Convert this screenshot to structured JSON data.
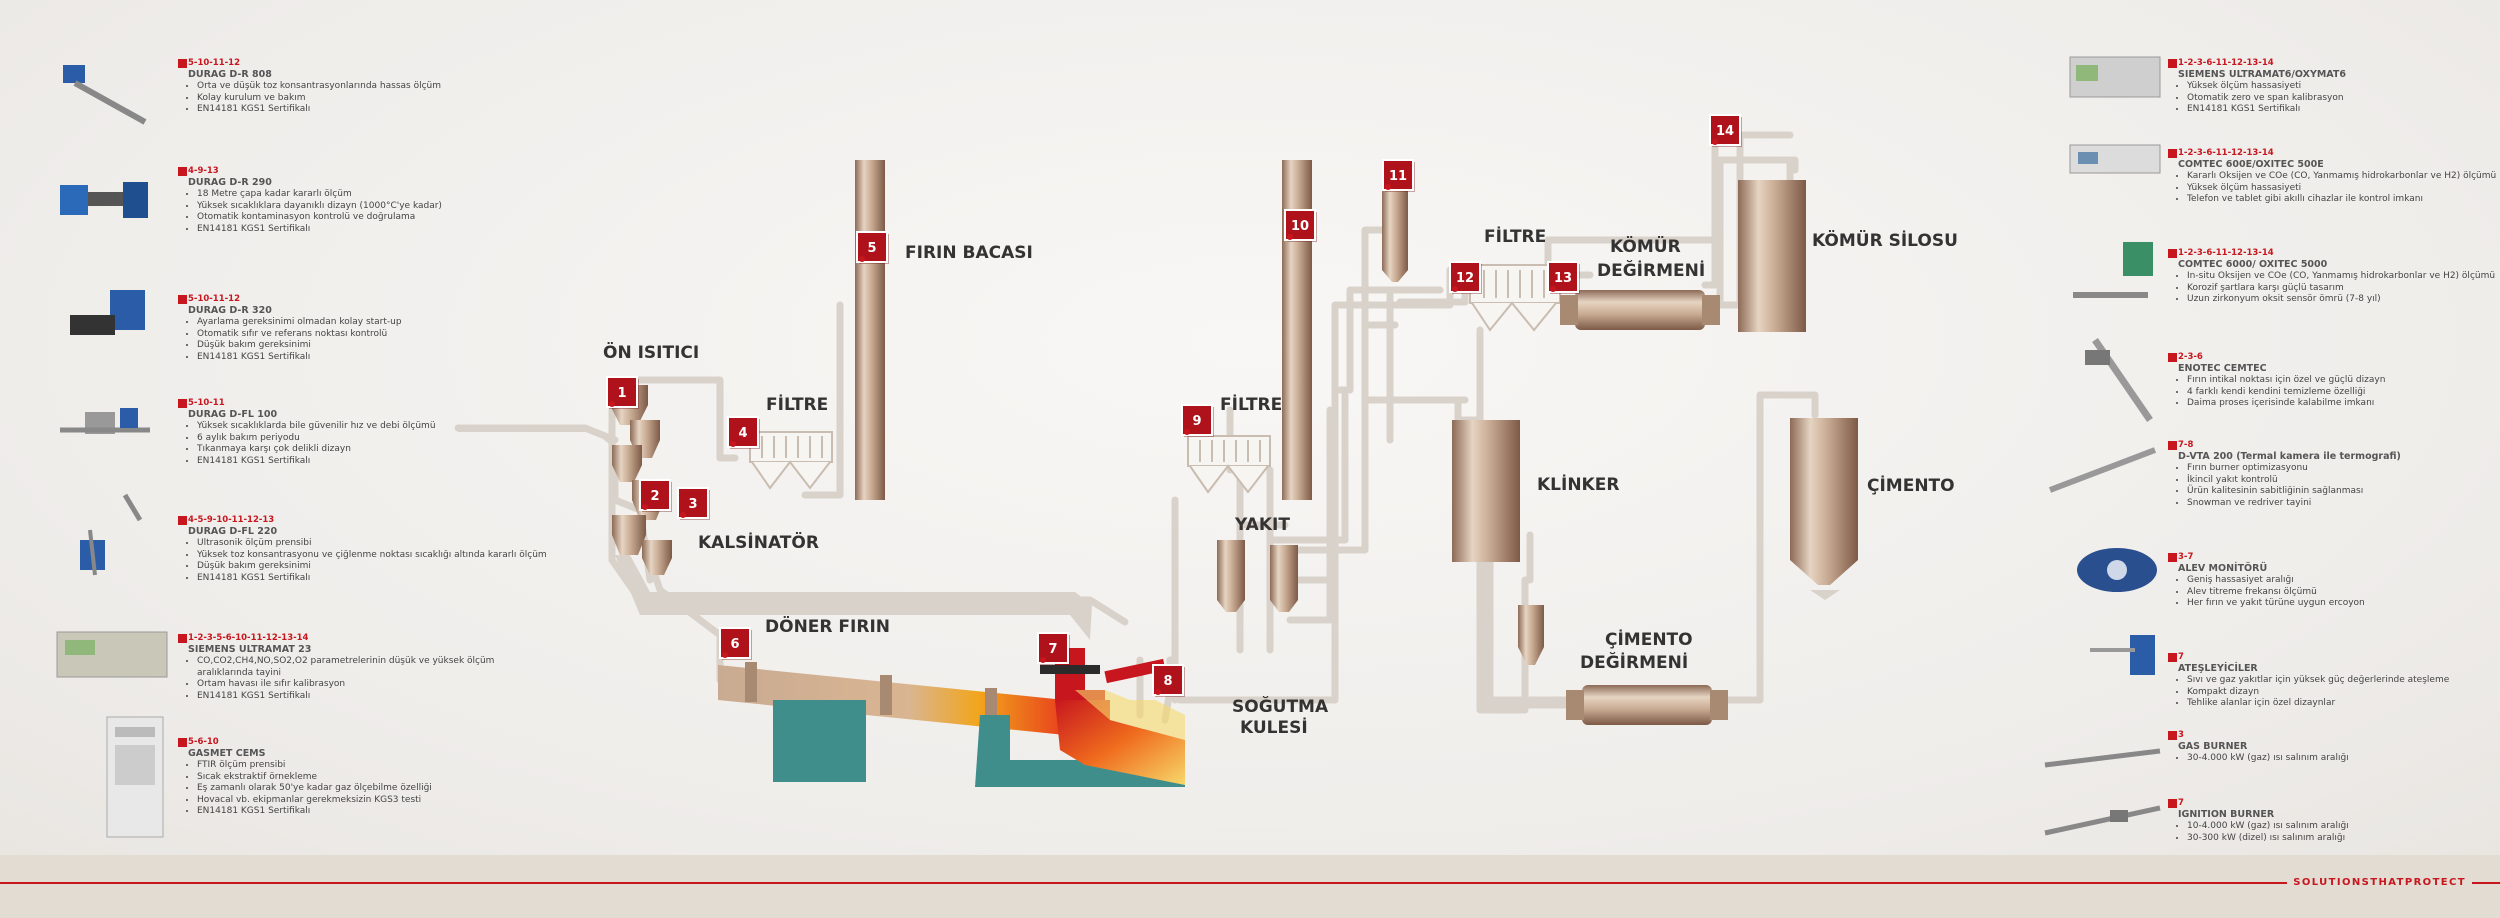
{
  "footer": {
    "brand": "SOLUTIONSTHATPROTECT"
  },
  "diagram": {
    "labels": {
      "on_isitici": "ÖN ISITICI",
      "filtre_1": "FİLTRE",
      "firin_bacasi": "FIRIN BACASI",
      "kalsinator": "KALSİNATÖR",
      "doner_firin": "DÖNER FIRIN",
      "sogutma_1": "SOĞUTMA",
      "sogutma_2": "KULESİ",
      "yakit": "YAKIT",
      "filtre_2": "FİLTRE",
      "filtre_3": "FİLTRE",
      "komur_degirmeni_1": "KÖMÜR",
      "komur_degirmeni_2": "DEĞİRMENİ",
      "komur_silosu": "KÖMÜR SİLOSU",
      "klinker": "KLİNKER",
      "cimento": "ÇİMENTO",
      "cimento_degirmeni_1": "ÇİMENTO",
      "cimento_degirmeni_2": "DEĞİRMENİ"
    },
    "points": [
      "1",
      "2",
      "3",
      "4",
      "5",
      "6",
      "7",
      "8",
      "9",
      "10",
      "11",
      "12",
      "13",
      "14"
    ]
  },
  "left_products": [
    {
      "code": "5-10-11-12",
      "name": "DURAG D-R 808",
      "bullets": [
        "Orta ve düşük toz konsantrasyonlarında hassas ölçüm",
        "Kolay kurulum ve bakım",
        "EN14181 KGS1 Sertifikalı"
      ]
    },
    {
      "code": "4-9-13",
      "name": "DURAG D-R 290",
      "bullets": [
        "18 Metre çapa kadar kararlı ölçüm",
        "Yüksek sıcaklıklara dayanıklı dizayn (1000°C'ye kadar)",
        "Otomatik kontaminasyon kontrolü ve doğrulama",
        "EN14181 KGS1 Sertifikalı"
      ]
    },
    {
      "code": "5-10-11-12",
      "name": "DURAG D-R 320",
      "bullets": [
        "Ayarlama gereksinimi olmadan kolay start-up",
        "Otomatik sıfır ve referans noktası kontrolü",
        "Düşük bakım gereksinimi",
        "EN14181 KGS1 Sertifikalı"
      ]
    },
    {
      "code": "5-10-11",
      "name": "DURAG D-FL 100",
      "bullets": [
        "Yüksek sıcaklıklarda bile güvenilir hız ve debi ölçümü",
        "6 aylık bakım periyodu",
        "Tıkanmaya karşı çok delikli dizayn",
        "EN14181 KGS1 Sertifikalı"
      ]
    },
    {
      "code": "4-5-9-10-11-12-13",
      "name": "DURAG D-FL 220",
      "bullets": [
        "Ultrasonik ölçüm prensibi",
        "Yüksek toz konsantrasyonu ve çiğlenme noktası sıcaklığı altında kararlı ölçüm",
        "Düşük bakım gereksinimi",
        "EN14181 KGS1 Sertifikalı"
      ]
    },
    {
      "code": "1-2-3-5-6-10-11-12-13-14",
      "name": "SIEMENS ULTRAMAT 23",
      "bullets": [
        "CO,CO2,CH4,NO,SO2,O2 parametrelerinin düşük ve yüksek ölçüm aralıklarında tayini",
        "Ortam havası ile sıfır kalibrasyon",
        "EN14181 KGS1 Sertifikalı"
      ]
    },
    {
      "code": "5-6-10",
      "name": "GASMET CEMS",
      "bullets": [
        "FTIR ölçüm prensibi",
        "Sıcak ekstraktif örnekleme",
        "Eş zamanlı olarak 50'ye kadar gaz ölçebilme özelliği",
        "Hovacal vb. ekipmanlar gerekmeksizin KGS3 testi",
        "EN14181 KGS1 Sertifikalı"
      ]
    }
  ],
  "right_products": [
    {
      "code": "1-2-3-6-11-12-13-14",
      "name": "SIEMENS ULTRAMAT6/OXYMAT6",
      "bullets": [
        "Yüksek ölçüm hassasiyeti",
        "Otomatik zero ve span kalibrasyon",
        "EN14181 KGS1 Sertifikalı"
      ]
    },
    {
      "code": "1-2-3-6-11-12-13-14",
      "name": "COMTEC 600E/OXITEC 500E",
      "bullets": [
        "Kararlı Oksijen ve COe (CO, Yanmamış hidrokarbonlar ve H2) ölçümü",
        "Yüksek ölçüm hassasiyeti",
        "Telefon ve tablet gibi akıllı cihazlar ile kontrol imkanı"
      ]
    },
    {
      "code": "1-2-3-6-11-12-13-14",
      "name": "COMTEC 6000/ OXITEC 5000",
      "bullets": [
        "In-situ Oksijen ve COe (CO, Yanmamış hidrokarbonlar ve H2) ölçümü",
        "Korozif şartlara karşı güçlü tasarım",
        "Uzun zirkonyum oksit sensör ömrü (7-8 yıl)"
      ]
    },
    {
      "code": "2-3-6",
      "name": "ENOTEC CEMTEC",
      "bullets": [
        "Fırın intikal noktası için özel ve güçlü dizayn",
        "4 farklı kendi kendini temizleme özelliği",
        "Daima proses içerisinde kalabilme imkanı"
      ]
    },
    {
      "code": "7-8",
      "name": "D-VTA 200 (Termal kamera ile termografi)",
      "bullets": [
        "Fırın burner optimizasyonu",
        "İkincil yakıt kontrolü",
        "Ürün kalitesinin sabitliğinin sağlanması",
        "Snowman ve redriver tayini"
      ]
    },
    {
      "code": "3-7",
      "name": "ALEV MONİTÖRÜ",
      "bullets": [
        "Geniş hassasiyet aralığı",
        "Alev titreme frekansı ölçümü",
        "Her fırın ve yakıt türüne uygun ercoyon"
      ]
    },
    {
      "code": "7",
      "name": "ATEŞLEYİCİLER",
      "bullets": [
        "Sıvı ve gaz yakıtlar için yüksek güç değerlerinde ateşleme",
        "Kompakt dizayn",
        "Tehlike alanlar için özel dizaynlar"
      ]
    },
    {
      "code": "3",
      "name": "GAS BURNER",
      "bullets": [
        "30-4.000 kW (gaz) ısı salınım aralığı"
      ]
    },
    {
      "code": "7",
      "name": "IGNITION BURNER",
      "bullets": [
        "10-4.000 kW (gaz) ısı salınım aralığı",
        "30-300 kW (dizel) ısı salınım aralığı"
      ]
    }
  ]
}
